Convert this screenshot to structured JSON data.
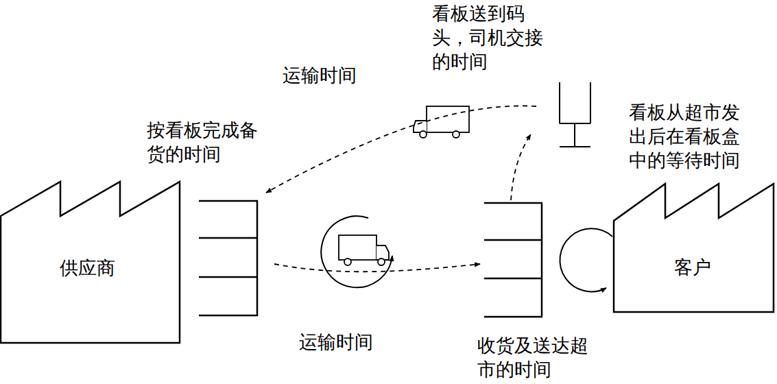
{
  "diagram": {
    "nodes": [
      {
        "text": [
          "供应商"
        ]
      },
      {
        "text": [
          "客户"
        ]
      }
    ],
    "labels": [
      "看板送到码头，司机交接的时间",
      "运输时间",
      "按看板完成备货的时间",
      "看板从超市发出后在看板盒中的等待时间",
      "运输时间",
      "收货及送达超市的时间"
    ]
  }
}
